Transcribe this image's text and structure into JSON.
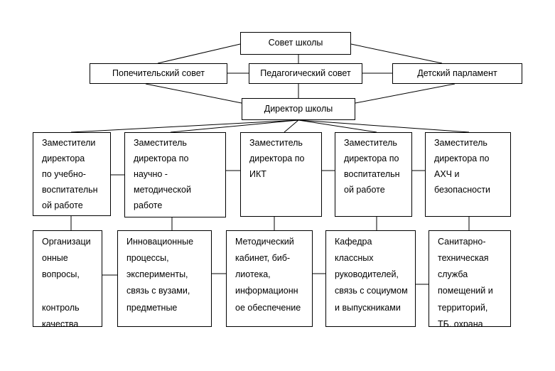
{
  "council": "Совет школы",
  "trustees": "Попечительский совет",
  "pedagogical": "Педагогический совет",
  "children": "Детский парламент",
  "director": "Директор школы",
  "deputies": [
    "Заместители\nдиректора\nпо учебно-\nвоспитательн\nой работе",
    "Заместитель\nдиректора  по\nнаучно -\nметодической\nработе",
    "Заместитель\nдиректора  по\nИКТ",
    "Заместитель\nдиректора по\nвоспитательн\nой работе",
    "Заместитель\nдиректора по\nАХЧ и\nбезопасности"
  ],
  "units": [
    "Организаци\nонные\nвопросы,\n\nконтроль\nкачества\nобразования",
    "Инновационные\nпроцессы,\nэксперименты,\nсвязь с вузами,\nпредметные\n\nкафедры",
    "Методический\nкабинет, биб-\nлиотека,\nинформационн\nое обеспечение",
    "Кафедра\nклассных\nруководителей,\nсвязь с социумом\nи выпускниками",
    "Санитарно-\nтехническая\nслужба\nпомещений и\nтерриторий,\nТБ, охрана"
  ]
}
